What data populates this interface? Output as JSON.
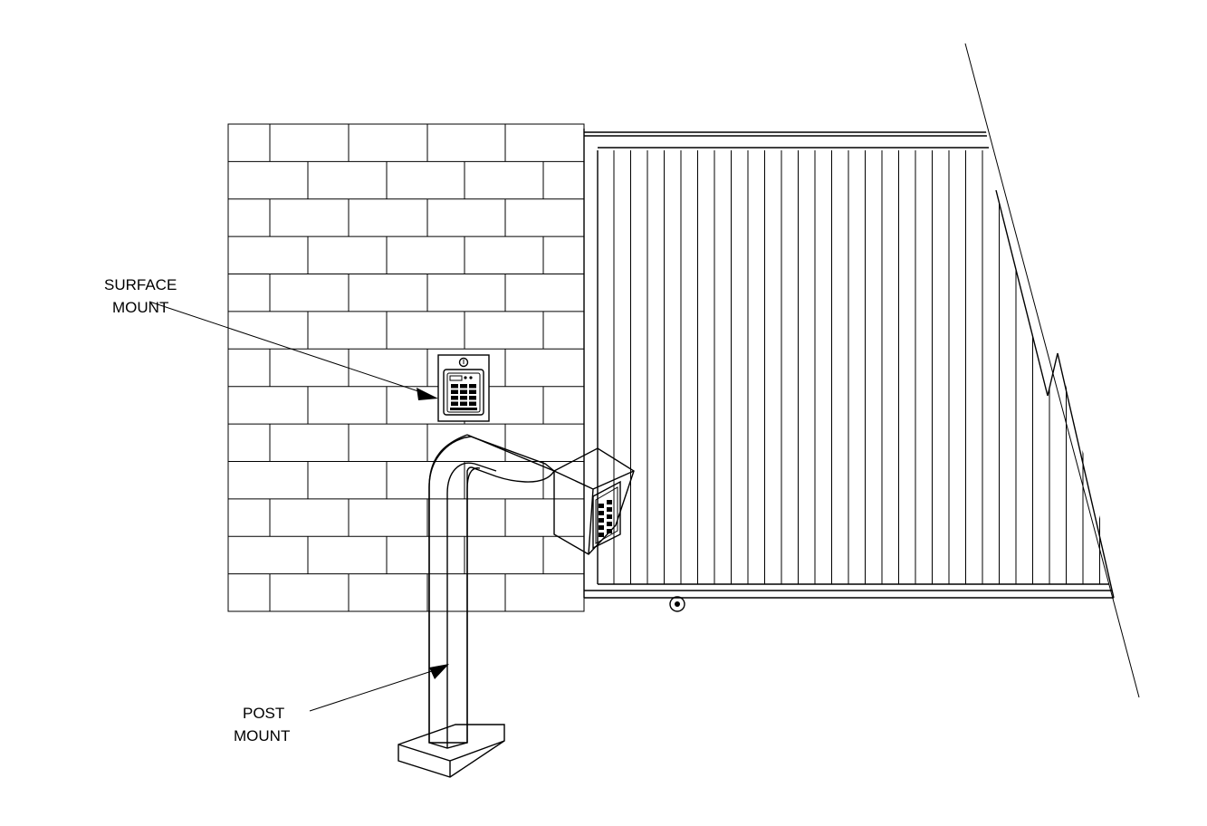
{
  "labels": {
    "surface_line1": "SURFACE",
    "surface_line2": "MOUNT",
    "post_line1": "POST",
    "post_line2": "MOUNT"
  },
  "colors": {
    "ink": "#000000",
    "paper": "#ffffff"
  }
}
